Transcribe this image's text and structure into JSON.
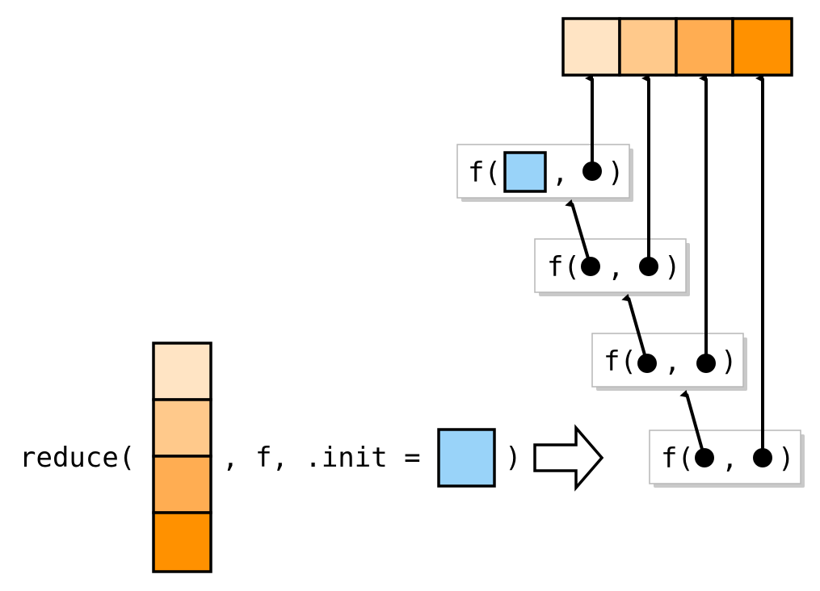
{
  "call": {
    "prefix": "reduce(",
    "middle": ", f, .init =",
    "suffix": ")"
  },
  "input_cells": [
    "#ffe4c4",
    "#ffc98b",
    "#ffad52",
    "#ff9100"
  ],
  "init_color": "#99d3f9",
  "output_cells": [
    "#ffe4c4",
    "#ffc98b",
    "#ffad52",
    "#ff9100"
  ],
  "steps": [
    {
      "open": "f(",
      "comma": ",",
      "close": ")",
      "first_arg": "init"
    },
    {
      "open": "f(",
      "comma": ",",
      "close": ")",
      "first_arg": "dot"
    },
    {
      "open": "f(",
      "comma": ",",
      "close": ")",
      "first_arg": "dot"
    },
    {
      "open": "f(",
      "comma": ",",
      "close": ")",
      "first_arg": "dot"
    }
  ],
  "icons": {
    "transform_arrow": "right-outline-arrow-icon",
    "argument_marker": "dot-icon",
    "flow_arrow": "up-arrow-icon"
  }
}
